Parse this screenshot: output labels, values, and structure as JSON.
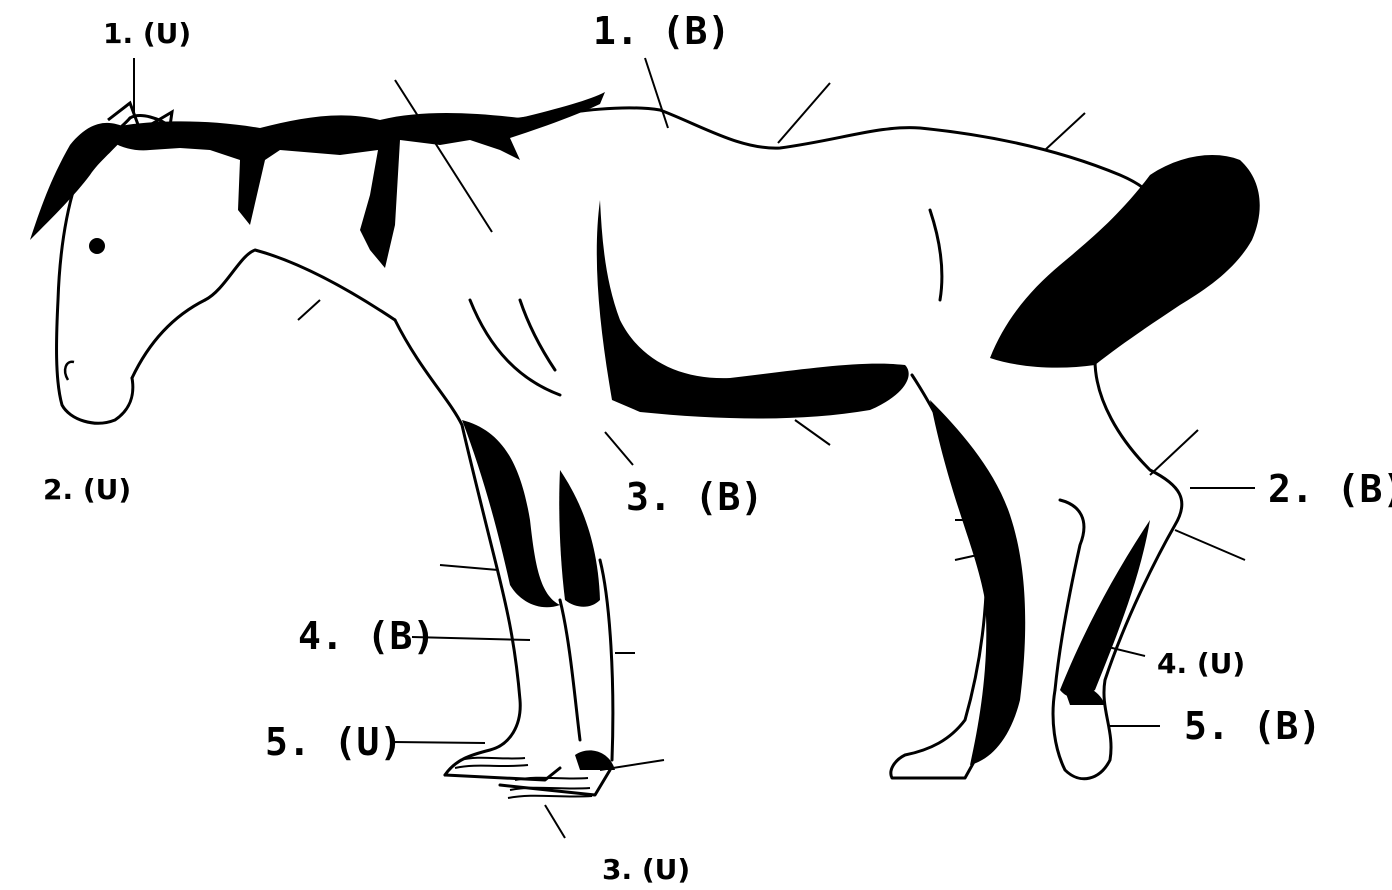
{
  "diagram": {
    "labels": {
      "u1": "1. (U)",
      "b1": "1. (B)",
      "u2": "2. (U)",
      "b2": "2. (B)",
      "b3": "3. (B)",
      "u3": "3. (U)",
      "b4": "4. (B)",
      "u4": "4. (U)",
      "u5": "5. (U)",
      "b5": "5. (B)"
    },
    "colors": {
      "ink": "#000000",
      "paper": "#ffffff"
    }
  }
}
